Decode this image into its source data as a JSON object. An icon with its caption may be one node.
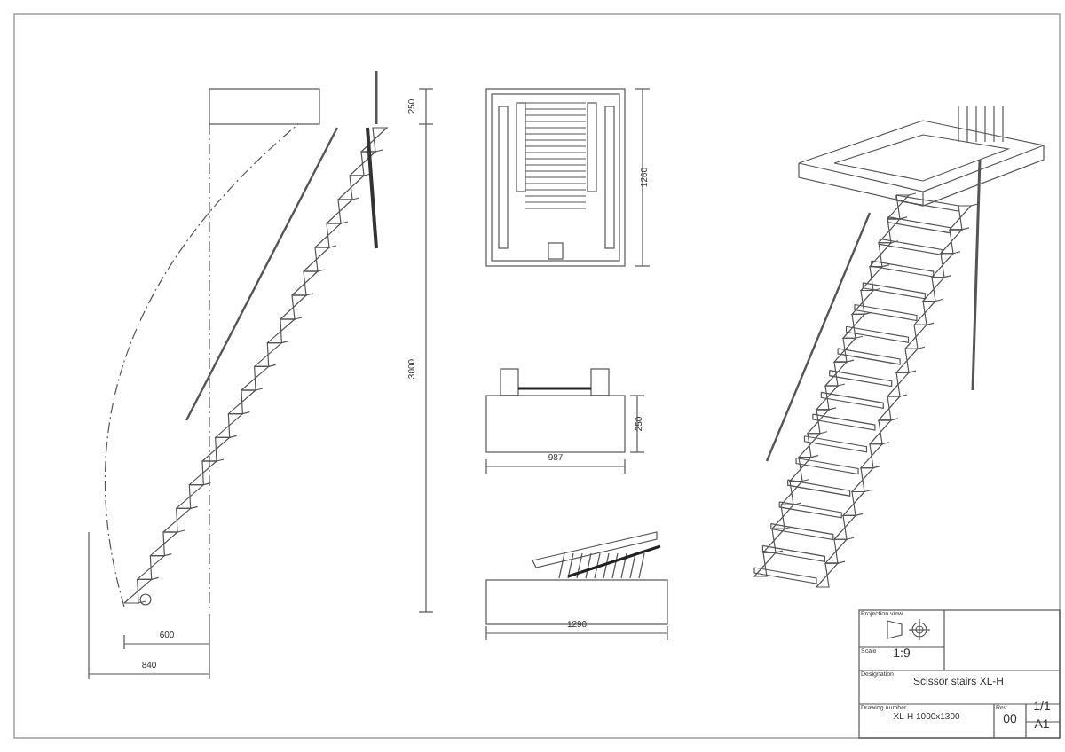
{
  "diagram": {
    "labels": [
      "250",
      "1260",
      "3000",
      "250",
      "987",
      "1290",
      "600",
      "840",
      "Projection view",
      "Scale",
      "1:9",
      "Designation",
      "Scissor stairs XL-H",
      "Drawing number",
      "XL-H 1000x1300",
      "Rev",
      "00",
      "1/1",
      "A1"
    ]
  }
}
